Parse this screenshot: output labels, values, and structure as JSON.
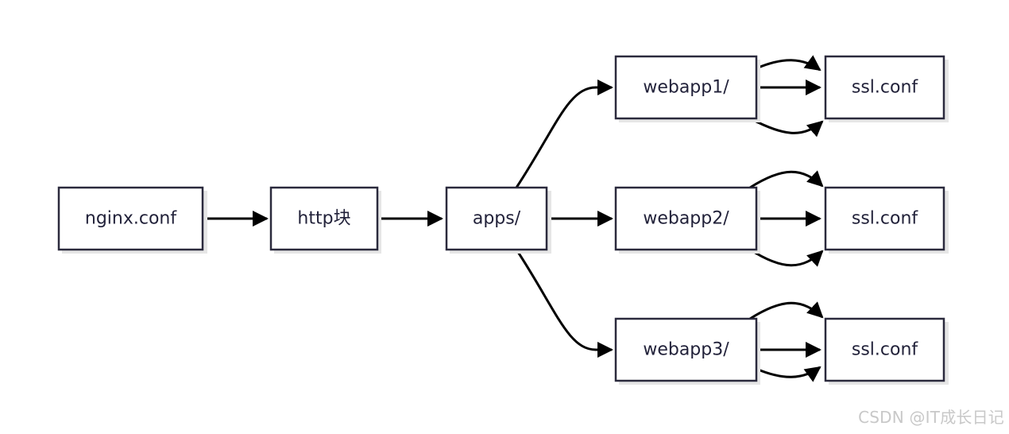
{
  "diagram": {
    "nodes": {
      "nginx": "nginx.conf",
      "http": "http块",
      "apps": "apps/",
      "webapp1": "webapp1/",
      "webapp2": "webapp2/",
      "webapp3": "webapp3/",
      "ssl1": "ssl.conf",
      "ssl2": "ssl.conf",
      "ssl3": "ssl.conf"
    },
    "edges": [
      {
        "from": "nginx.conf",
        "to": "http块"
      },
      {
        "from": "http块",
        "to": "apps/"
      },
      {
        "from": "apps/",
        "to": "webapp1/"
      },
      {
        "from": "apps/",
        "to": "webapp2/"
      },
      {
        "from": "apps/",
        "to": "webapp3/"
      },
      {
        "from": "webapp1/",
        "to": "ssl.conf"
      },
      {
        "from": "webapp1/",
        "to": "ssl.conf"
      },
      {
        "from": "webapp1/",
        "to": "ssl.conf"
      },
      {
        "from": "webapp2/",
        "to": "ssl.conf"
      },
      {
        "from": "webapp2/",
        "to": "ssl.conf"
      },
      {
        "from": "webapp2/",
        "to": "ssl.conf"
      },
      {
        "from": "webapp3/",
        "to": "ssl.conf"
      },
      {
        "from": "webapp3/",
        "to": "ssl.conf"
      },
      {
        "from": "webapp3/",
        "to": "ssl.conf"
      }
    ]
  },
  "watermark": "CSDN @IT成长日记"
}
